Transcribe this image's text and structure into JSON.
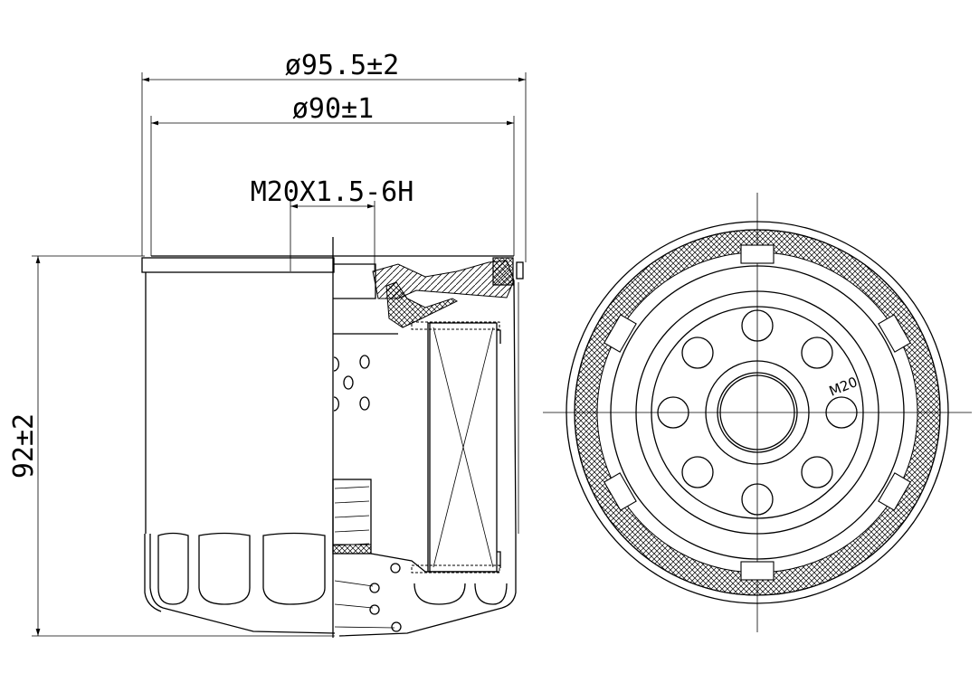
{
  "drawing": {
    "dimensions": {
      "outer_diameter": "ø95.5±2",
      "inner_diameter": "ø90±1",
      "thread": "M20X1.5-6H",
      "height": "92±2"
    },
    "end_view_label": "M20"
  }
}
